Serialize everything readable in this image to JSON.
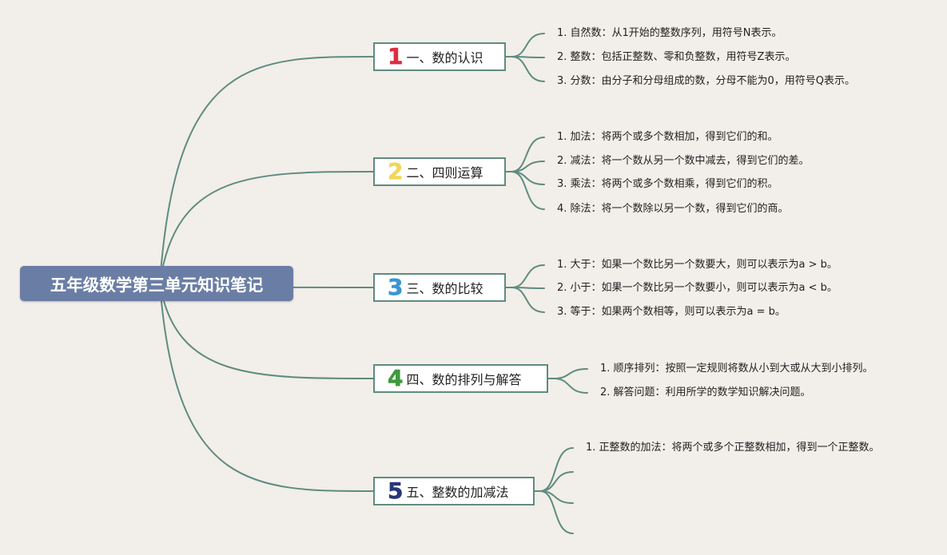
{
  "root": {
    "label": "五年级数学第三单元知识笔记"
  },
  "colors": {
    "line": "#5e8c80",
    "root_bg": "#6a7ea5"
  },
  "branches": [
    {
      "number": "1",
      "number_color": "#dd2d3f",
      "label": "一、数的认识",
      "items": [
        "1. 自然数：从1开始的整数序列，用符号N表示。",
        "2. 整数：包括正整数、零和负整数，用符号Z表示。",
        "3. 分数：由分子和分母组成的数，分母不能为0，用符号Q表示。"
      ]
    },
    {
      "number": "2",
      "number_color": "#f2d65a",
      "label": "二、四则运算",
      "items": [
        "1. 加法：将两个或多个数相加，得到它们的和。",
        "2. 减法：将一个数从另一个数中减去，得到它们的差。",
        "3. 乘法：将两个或多个数相乘，得到它们的积。",
        "4. 除法：将一个数除以另一个数，得到它们的商。"
      ]
    },
    {
      "number": "3",
      "number_color": "#3a96d4",
      "label": "三、数的比较",
      "items": [
        "1. 大于：如果一个数比另一个数要大，则可以表示为a > b。",
        "2. 小于：如果一个数比另一个数要小，则可以表示为a < b。",
        "3. 等于：如果两个数相等，则可以表示为a = b。"
      ]
    },
    {
      "number": "4",
      "number_color": "#3f9a3c",
      "label": "四、数的排列与解答",
      "items": [
        "1. 顺序排列：按照一定规则将数从小到大或从大到小排列。",
        "2. 解答问题：利用所学的数学知识解决问题。"
      ]
    },
    {
      "number": "5",
      "number_color": "#27367a",
      "label": "五、整数的加减法",
      "items": [
        "1. 正整数的加法：将两个或多个正整数相加，得到一个正整数。",
        "",
        "",
        ""
      ]
    }
  ]
}
